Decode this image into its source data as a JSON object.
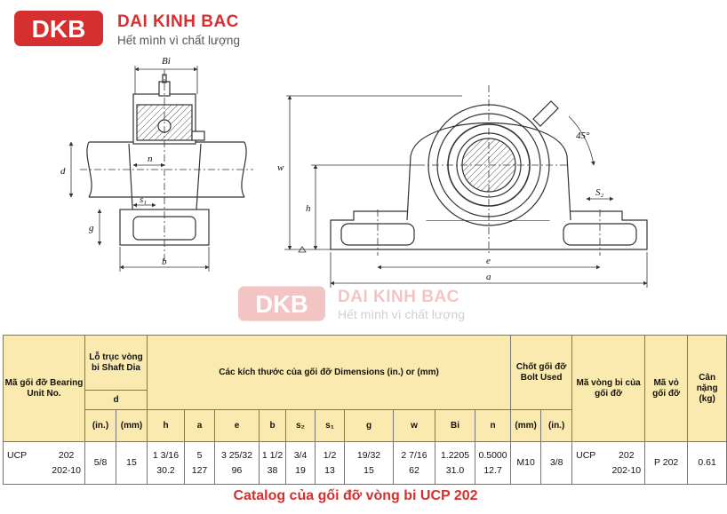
{
  "brand": {
    "logo_text": "DKB",
    "name": "DAI KINH BAC",
    "tagline": "Hết mình vì chất lượng",
    "color": "#d5302f"
  },
  "drawing": {
    "labels": {
      "Bi": "Bi",
      "d": "d",
      "n": "n",
      "s1": "s₁",
      "g": "g",
      "b": "b",
      "w": "w",
      "h": "h",
      "angle": "45°",
      "s2": "S₂",
      "e": "e",
      "a": "a"
    }
  },
  "table": {
    "headers": {
      "bearing_unit": "Mã gối đỡ Bearing Unit No.",
      "shaft": "Lỗ trục vòng bi Shaft Dia",
      "shaft_d": "d",
      "dimensions": "Các kích thước của gối đỡ Dimensions (in.) or (mm)",
      "bolt": "Chốt gối đỡ Bolt Used",
      "bearing_no": "Mã vòng bi của gối đỡ",
      "housing_no": "Mã vỏ gối đỡ",
      "weight": "Cân nặng (kg)",
      "in": "(in.)",
      "mm": "(mm)",
      "h": "h",
      "a": "a",
      "e": "e",
      "b": "b",
      "s2": "s₂",
      "s1": "s₁",
      "g": "g",
      "w": "w",
      "Bi": "Bi",
      "n": "n",
      "bolt_mm": "(mm)",
      "bolt_in": "(in.)"
    },
    "row": {
      "prefix": "UCP",
      "unit_a": "202",
      "unit_b": "202-10",
      "shaft_in": "5/8",
      "shaft_mm": "15",
      "h": [
        "1 3/16",
        "30.2"
      ],
      "a": [
        "5",
        "127"
      ],
      "e": [
        "3 25/32",
        "96"
      ],
      "b": [
        "1 1/2",
        "38"
      ],
      "s2": [
        "3/4",
        "19"
      ],
      "s1": [
        "1/2",
        "13"
      ],
      "g": [
        "19/32",
        "15"
      ],
      "w": [
        "2 7/16",
        "62"
      ],
      "Bi": [
        "1.2205",
        "31.0"
      ],
      "n": [
        "0.5000",
        "12.7"
      ],
      "bolt_mm": "M10",
      "bolt_in": "3/8",
      "bearing_prefix": "UCP",
      "bearing_a": "202",
      "bearing_b": "202-10",
      "housing": "P 202",
      "weight": "0.61"
    }
  },
  "caption": "Catalog của gối đỡ vòng bi UCP 202"
}
